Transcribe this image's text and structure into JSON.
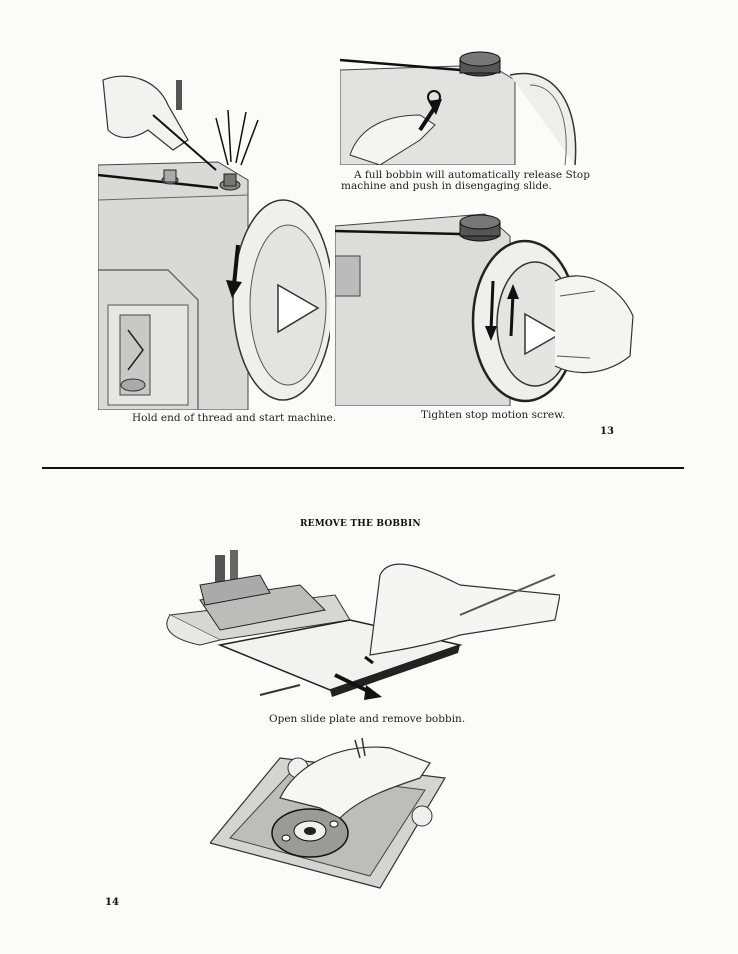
{
  "top_page": {
    "page_number": "13",
    "caption_hold_thread": "Hold end of thread and start machine.",
    "caption_full_bobbin_line1": "A full bobbin will automatically release Stop",
    "caption_full_bobbin_line2": "machine and push in disengaging slide.",
    "caption_tighten": "Tighten stop motion screw."
  },
  "bottom_page": {
    "page_number": "14",
    "heading": "REMOVE THE BOBBIN",
    "caption_open_slide": "Open slide plate and remove bobbin."
  }
}
